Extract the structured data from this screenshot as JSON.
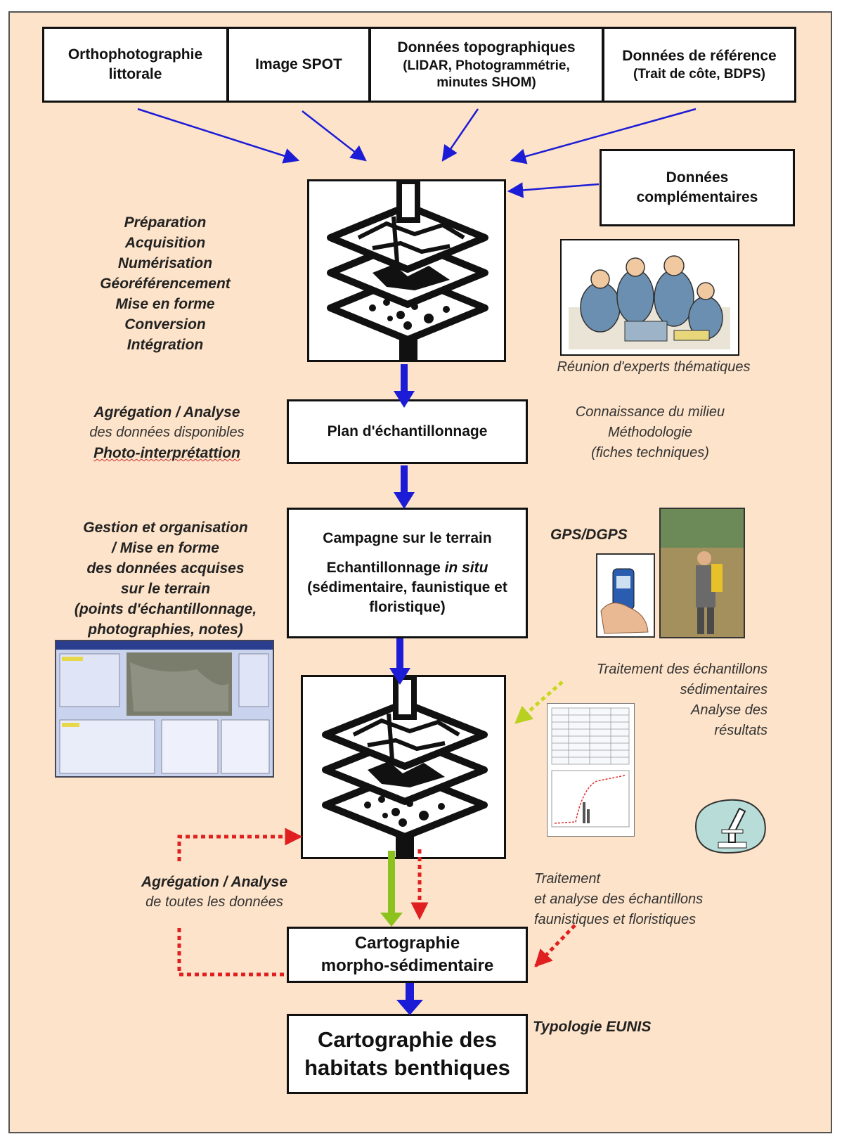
{
  "sources": [
    {
      "title": "Orthophotographie littorale",
      "sub": ""
    },
    {
      "title": "Image SPOT",
      "sub": ""
    },
    {
      "title": "Données topographiques",
      "sub": "(LIDAR, Photogrammétrie, minutes SHOM)"
    },
    {
      "title": "Données de référence",
      "sub": "(Trait de côte, BDPS)"
    }
  ],
  "complementary": "Données complémentaires",
  "prep_steps": "Préparation\nAcquisition\nNumérisation\nGéoréférencement\nMise en forme\nConversion\nIntégration",
  "experts_caption": "Réunion d'experts thématiques",
  "aggregation1": {
    "bold": "Agrégation / Analyse",
    "italic": "des données disponibles",
    "underlined": "Photo-interprétattion"
  },
  "sampling_plan": "Plan d'échantillonnage",
  "knowledge": "Connaissance du milieu\nMéthodologie\n(fiches techniques)",
  "field": {
    "line1": "Campagne sur le terrain",
    "line2_prefix": "Echantillonnage ",
    "line2_italic": "in situ",
    "line3": "(sédimentaire, faunistique et floristique)"
  },
  "field_management": "Gestion et organisation\n/ Mise en forme\ndes données acquises\nsur le terrain\n(points d'échantillonnage,\nphotographies, notes)",
  "gps_label": "GPS/DGPS",
  "sediment_treatment": "Traitement des échantillons\nsédimentaires\nAnalyse des\nrésultats",
  "aggregation2": {
    "bold": "Agrégation / Analyse",
    "italic": "de toutes les données"
  },
  "fauna_treatment": "Traitement\net analyse des échantillons\nfaunistiques et floristiques",
  "morpho_map": "Cartographie\nmorpho-sédimentaire",
  "eunis": "Typologie EUNIS",
  "habitat_map": "Cartographie des\nhabitats benthiques",
  "colors": {
    "background": "#fde3c9",
    "blue_arrow": "#1c1cd6",
    "green_arrow": "#8cc21e",
    "red_dotted": "#e02020",
    "yellow_dotted": "#c8d81e"
  },
  "icons": [
    "gis-layers-icon",
    "experts-meeting-illustration",
    "gps-handheld-photo",
    "field-survey-photo",
    "software-screenshot",
    "granulometry-chart-thumbnail",
    "microscope-icon"
  ]
}
